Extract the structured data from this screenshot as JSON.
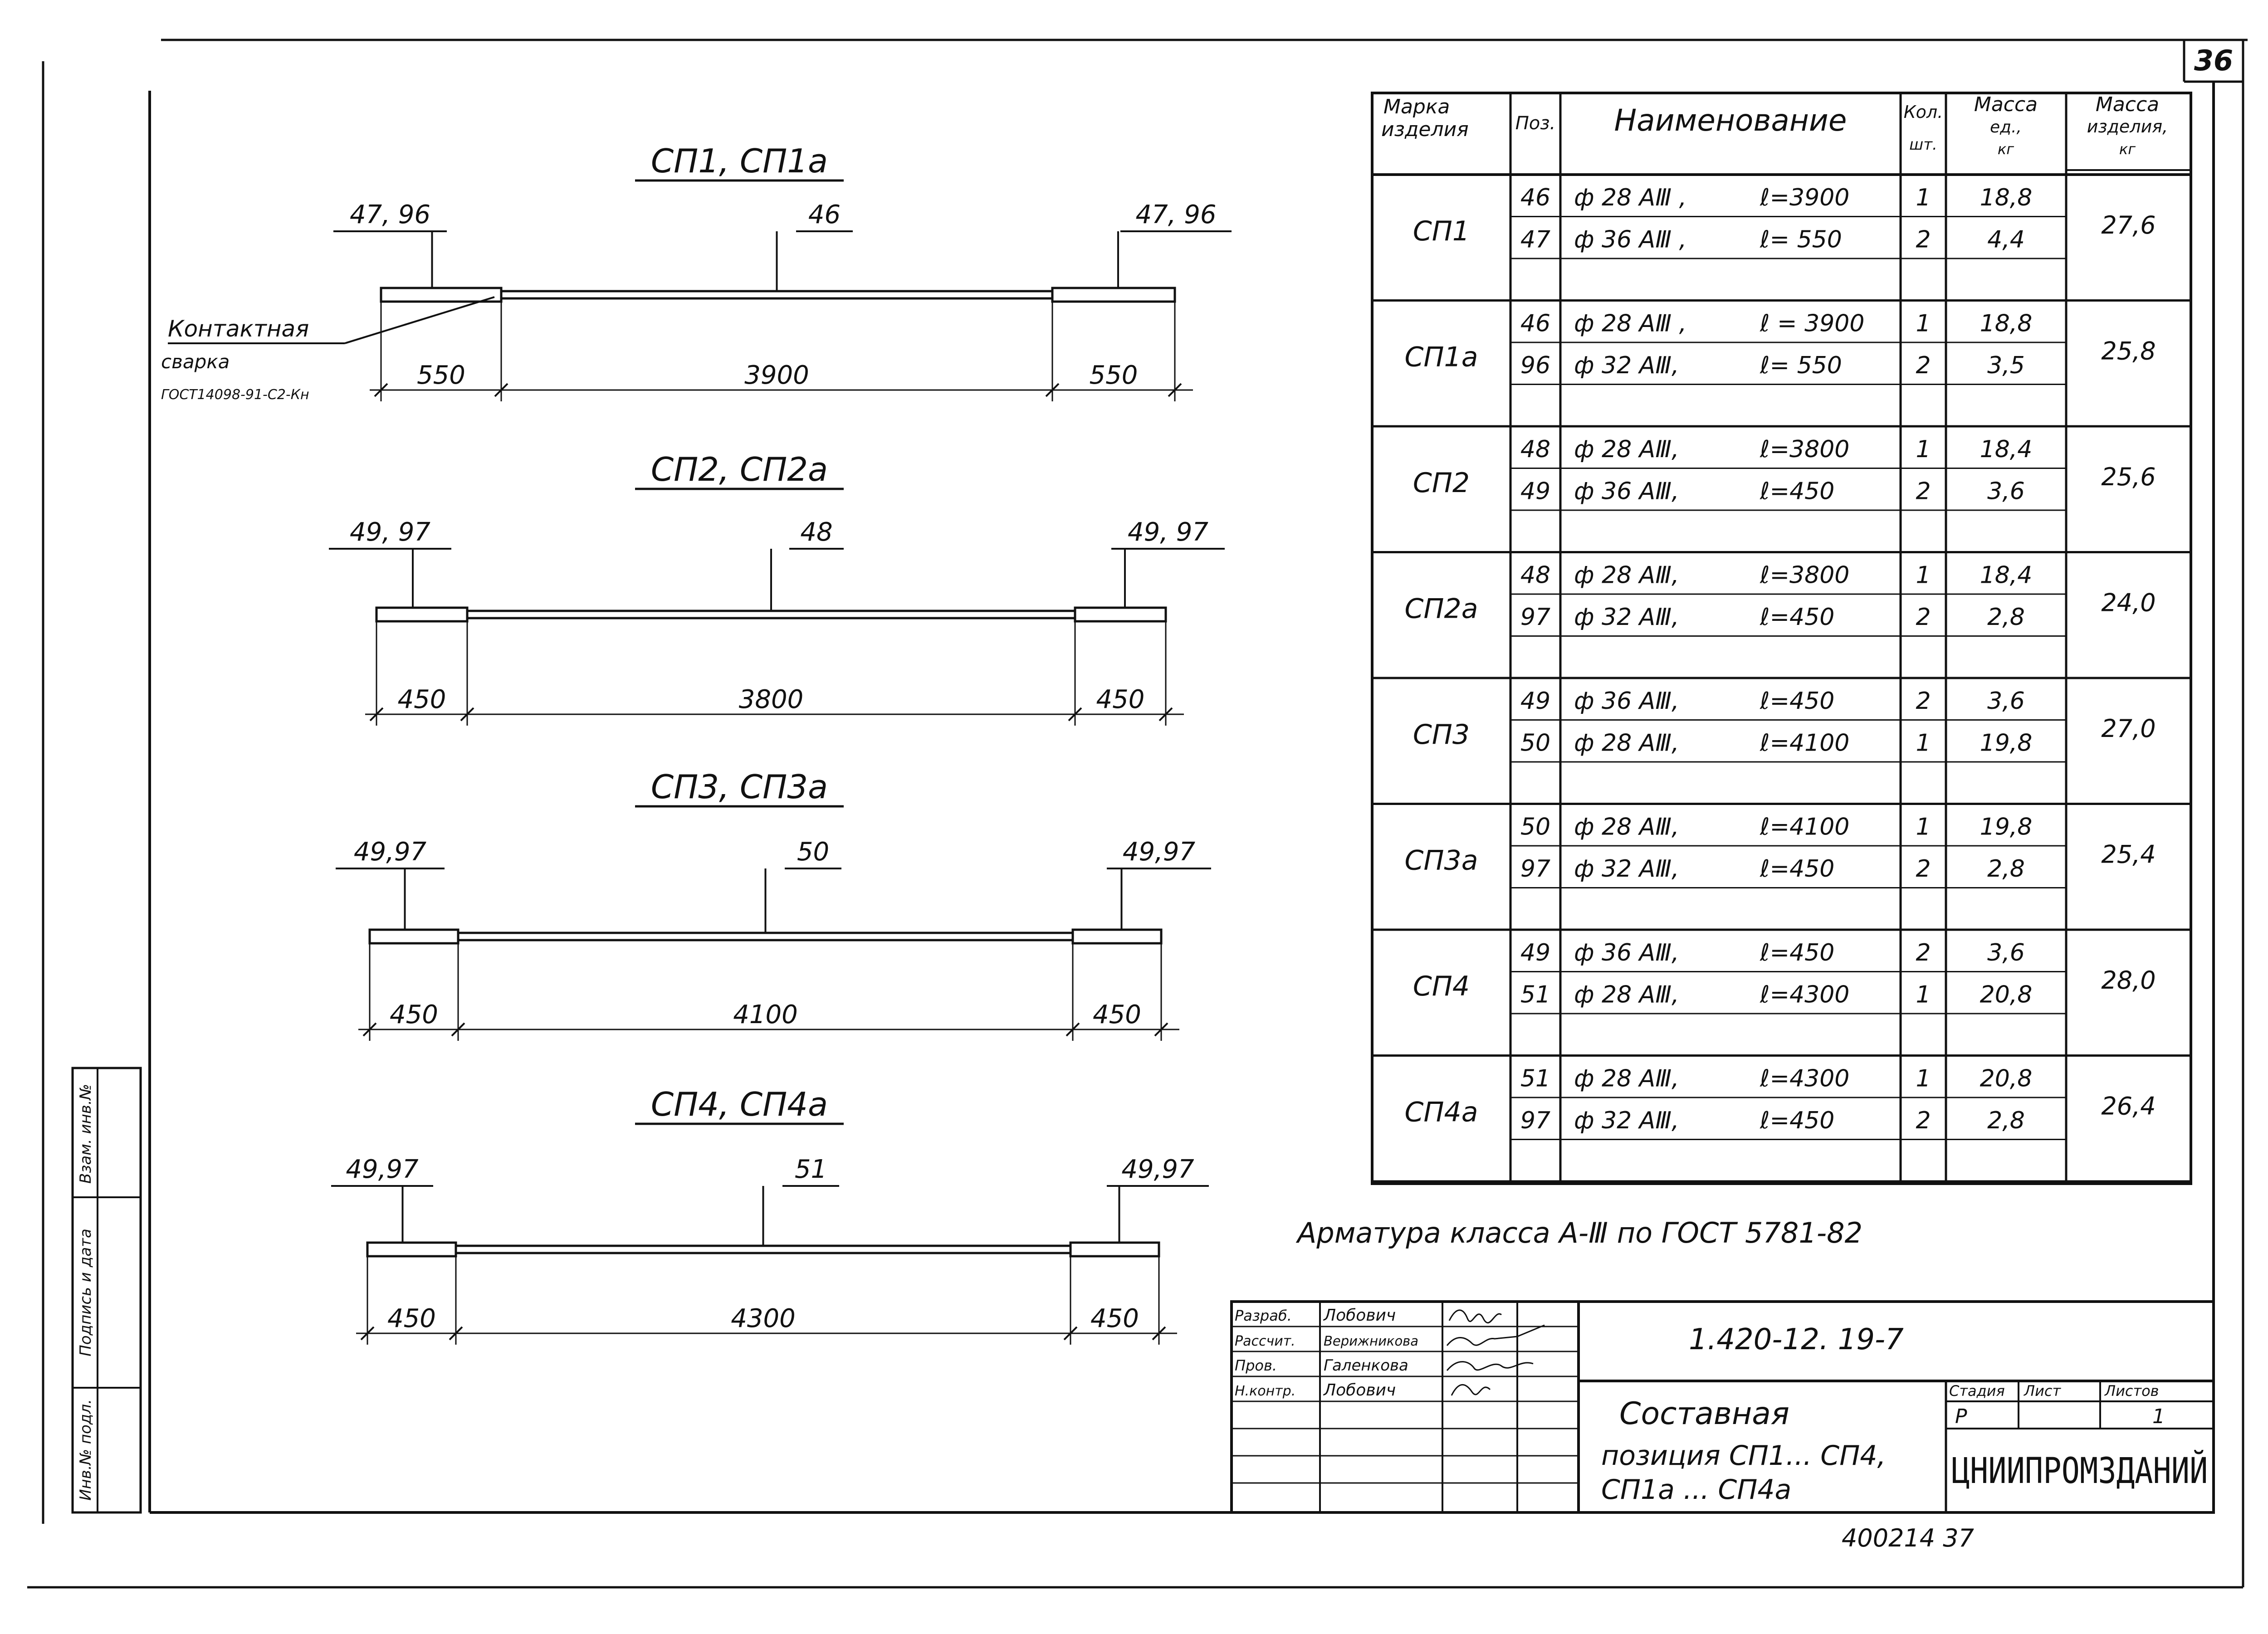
{
  "sheet": {
    "number": "36",
    "footer_code": "400214  37"
  },
  "drawings": {
    "items": [
      {
        "title": "СП1, СП1а",
        "left_pos": "47, 96",
        "mid_pos": "46",
        "right_pos": "47, 96",
        "left_len": "550",
        "mid_len": "3900",
        "right_len": "550"
      },
      {
        "title": "СП2, СП2а",
        "left_pos": "49, 97",
        "mid_pos": "48",
        "right_pos": "49, 97",
        "left_len": "450",
        "mid_len": "3800",
        "right_len": "450"
      },
      {
        "title": "СП3, СП3а",
        "left_pos": "49,97",
        "mid_pos": "50",
        "right_pos": "49,97",
        "left_len": "450",
        "mid_len": "4100",
        "right_len": "450"
      },
      {
        "title": "СП4, СП4а",
        "left_pos": "49,97",
        "mid_pos": "51",
        "right_pos": "49,97",
        "left_len": "450",
        "mid_len": "4300",
        "right_len": "450"
      }
    ],
    "weld_note": [
      "Контактная",
      "сварка",
      "ГОСТ14098-91-С2-Кн"
    ]
  },
  "spec": {
    "headers": {
      "mark": [
        "Марка",
        "изделия"
      ],
      "pos": "Поз.",
      "name": "Наименование",
      "qty": [
        "Кол.",
        "шт."
      ],
      "unit_mass": [
        "Масса",
        "ед.,",
        "кг"
      ],
      "item_mass": [
        "Масса",
        "изделия,",
        "кг"
      ]
    },
    "groups": [
      {
        "mark": "СП1",
        "mass": "27,6",
        "rows": [
          {
            "pos": "46",
            "dia": "ф 28 АⅢ ,",
            "len": "ℓ=3900",
            "qty": "1",
            "unit": "18,8"
          },
          {
            "pos": "47",
            "dia": "ф 36 АⅢ ,",
            "len": "ℓ= 550",
            "qty": "2",
            "unit": "4,4"
          }
        ]
      },
      {
        "mark": "СП1а",
        "mass": "25,8",
        "rows": [
          {
            "pos": "46",
            "dia": "ф 28 АⅢ ,",
            "len": "ℓ = 3900",
            "qty": "1",
            "unit": "18,8"
          },
          {
            "pos": "96",
            "dia": "ф 32 АⅢ,",
            "len": "ℓ= 550",
            "qty": "2",
            "unit": "3,5"
          }
        ]
      },
      {
        "mark": "СП2",
        "mass": "25,6",
        "rows": [
          {
            "pos": "48",
            "dia": "ф 28 АⅢ,",
            "len": "ℓ=3800",
            "qty": "1",
            "unit": "18,4"
          },
          {
            "pos": "49",
            "dia": "ф 36 АⅢ,",
            "len": "ℓ=450",
            "qty": "2",
            "unit": "3,6"
          }
        ]
      },
      {
        "mark": "СП2а",
        "mass": "24,0",
        "rows": [
          {
            "pos": "48",
            "dia": "ф 28 АⅢ,",
            "len": "ℓ=3800",
            "qty": "1",
            "unit": "18,4"
          },
          {
            "pos": "97",
            "dia": "ф 32 АⅢ,",
            "len": "ℓ=450",
            "qty": "2",
            "unit": "2,8"
          }
        ]
      },
      {
        "mark": "СП3",
        "mass": "27,0",
        "rows": [
          {
            "pos": "49",
            "dia": "ф 36 АⅢ,",
            "len": "ℓ=450",
            "qty": "2",
            "unit": "3,6"
          },
          {
            "pos": "50",
            "dia": "ф 28 АⅢ,",
            "len": "ℓ=4100",
            "qty": "1",
            "unit": "19,8"
          }
        ]
      },
      {
        "mark": "СП3а",
        "mass": "25,4",
        "rows": [
          {
            "pos": "50",
            "dia": "ф 28 АⅢ,",
            "len": "ℓ=4100",
            "qty": "1",
            "unit": "19,8"
          },
          {
            "pos": "97",
            "dia": "ф 32 АⅢ,",
            "len": "ℓ=450",
            "qty": "2",
            "unit": "2,8"
          }
        ]
      },
      {
        "mark": "СП4",
        "mass": "28,0",
        "rows": [
          {
            "pos": "49",
            "dia": "ф 36 АⅢ,",
            "len": "ℓ=450",
            "qty": "2",
            "unit": "3,6"
          },
          {
            "pos": "51",
            "dia": "ф 28 АⅢ,",
            "len": "ℓ=4300",
            "qty": "1",
            "unit": "20,8"
          }
        ]
      },
      {
        "mark": "СП4а",
        "mass": "26,4",
        "rows": [
          {
            "pos": "51",
            "dia": "ф 28 АⅢ,",
            "len": "ℓ=4300",
            "qty": "1",
            "unit": "20,8"
          },
          {
            "pos": "97",
            "dia": "ф 32 АⅢ,",
            "len": "ℓ=450",
            "qty": "2",
            "unit": "2,8"
          }
        ]
      }
    ],
    "note": "Арматура класса А-Ⅲ по ГОСТ 5781-82"
  },
  "title_block": {
    "roles": [
      {
        "role": "Разраб.",
        "name": "Лобович"
      },
      {
        "role": "Рассчит.",
        "name": "Верижникова"
      },
      {
        "role": "Пров.",
        "name": "Галенкова"
      },
      {
        "role": "Н.контр.",
        "name": "Лобович"
      }
    ],
    "code": "1.420-12. 19-7",
    "title_lines": [
      "Составная",
      "позиция СП1... СП4,",
      "СП1а ... СП4а"
    ],
    "stage_label": "Стадия",
    "sheet_label": "Лист",
    "sheets_label": "Листов",
    "stage_value": "Р",
    "sheets_value": "1",
    "org": "ЦНИИПРОМЗДАНИЙ"
  },
  "side_stamp": [
    "Взам. инв.№",
    "Подпись и дата",
    "Инв.№ подл."
  ]
}
